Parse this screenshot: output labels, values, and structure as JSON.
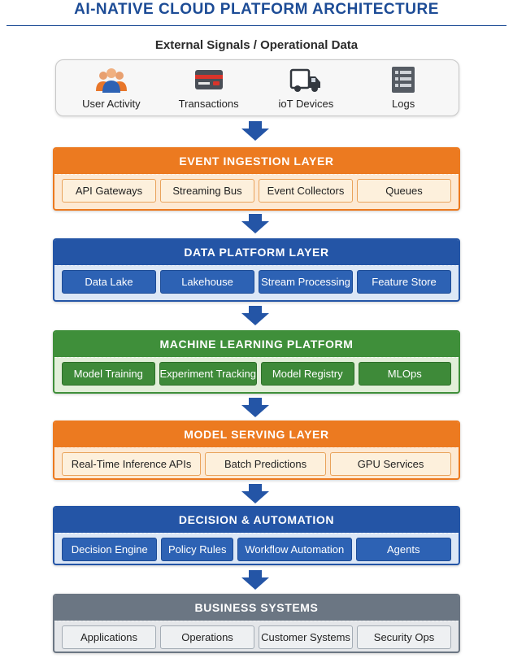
{
  "title": "AI-NATIVE CLOUD PLATFORM ARCHITECTURE",
  "signals": {
    "heading": "External Signals / Operational Data",
    "items": [
      {
        "label": "User Activity",
        "icon": "users-icon"
      },
      {
        "label": "Transactions",
        "icon": "credit-card-icon"
      },
      {
        "label": "ioT Devices",
        "icon": "truck-icon"
      },
      {
        "label": "Logs",
        "icon": "log-list-icon"
      }
    ]
  },
  "layers": [
    {
      "title": "EVENT INGESTION LAYER",
      "color": "#ec7a20",
      "items": [
        "API Gateways",
        "Streaming Bus",
        "Event Collectors",
        "Queues"
      ]
    },
    {
      "title": "DATA PLATFORM LAYER",
      "color": "#2455a6",
      "items": [
        "Data Lake",
        "Lakehouse",
        "Stream Processing",
        "Feature Store"
      ]
    },
    {
      "title": "MACHINE LEARNING PLATFORM",
      "color": "#3f8f3a",
      "items": [
        "Model Training",
        "Experiment Tracking",
        "Model Registry",
        "MLOps"
      ]
    },
    {
      "title": "MODEL SERVING LAYER",
      "color": "#ec7a20",
      "items": [
        "Real-Time Inference APIs",
        "Batch Predictions",
        "GPU Services"
      ]
    },
    {
      "title": "DECISION & AUTOMATION",
      "color": "#2455a6",
      "items": [
        "Decision Engine",
        "Policy Rules",
        "Workflow Automation",
        "Agents"
      ]
    },
    {
      "title": "BUSINESS SYSTEMS",
      "color": "#6b7683",
      "items": [
        "Applications",
        "Operations",
        "Customer Systems",
        "Security Ops"
      ]
    }
  ]
}
